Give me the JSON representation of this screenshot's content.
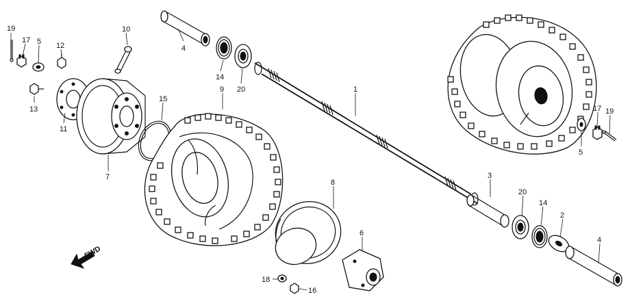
{
  "diagram": {
    "direction_marker": "FWD",
    "callouts": [
      {
        "id": "c19a",
        "text": "19"
      },
      {
        "id": "c17a",
        "text": "17"
      },
      {
        "id": "c5a",
        "text": "5"
      },
      {
        "id": "c12",
        "text": "12"
      },
      {
        "id": "c10",
        "text": "10"
      },
      {
        "id": "c4a",
        "text": "4"
      },
      {
        "id": "c14a",
        "text": "14"
      },
      {
        "id": "c20a",
        "text": "20"
      },
      {
        "id": "c9",
        "text": "9"
      },
      {
        "id": "c1",
        "text": "1"
      },
      {
        "id": "c13",
        "text": "13"
      },
      {
        "id": "c11",
        "text": "11"
      },
      {
        "id": "c15",
        "text": "15"
      },
      {
        "id": "c7",
        "text": "7"
      },
      {
        "id": "c8",
        "text": "8"
      },
      {
        "id": "c3",
        "text": "3"
      },
      {
        "id": "c20b",
        "text": "20"
      },
      {
        "id": "c14b",
        "text": "14"
      },
      {
        "id": "c2",
        "text": "2"
      },
      {
        "id": "c4b",
        "text": "4"
      },
      {
        "id": "c6",
        "text": "6"
      },
      {
        "id": "c18",
        "text": "18"
      },
      {
        "id": "c16",
        "text": "16"
      },
      {
        "id": "c17b",
        "text": "17"
      },
      {
        "id": "c19b",
        "text": "19"
      },
      {
        "id": "c5b",
        "text": "5"
      }
    ]
  }
}
